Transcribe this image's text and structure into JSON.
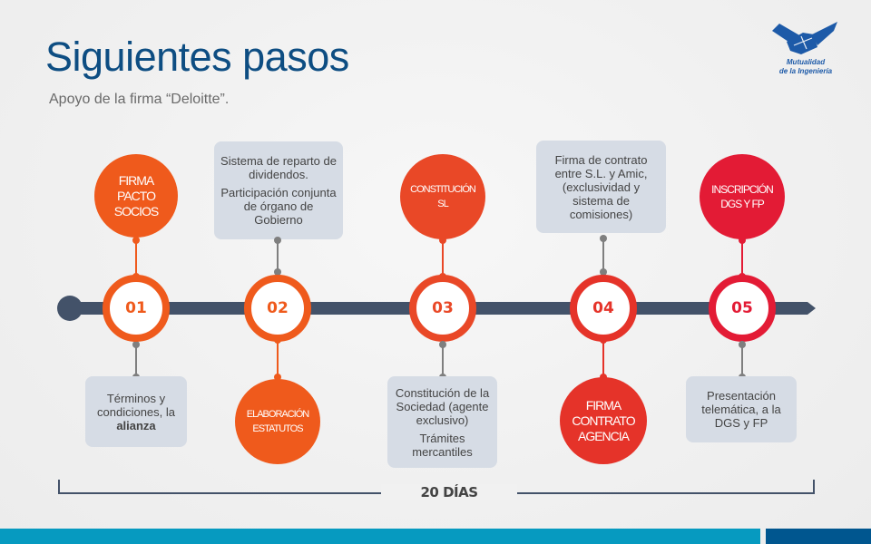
{
  "header": {
    "title": "Siguientes pasos",
    "subtitle": "Apoyo de la firma “Deloitte”."
  },
  "logo": {
    "line1": "Mutualidad",
    "line2": "de la Ingeniería",
    "color": "#1d5aa8"
  },
  "colors": {
    "timeline": "#435269",
    "step1": "#ef5a1c",
    "step2": "#ef5a1c",
    "step3": "#e94827",
    "step4": "#e53329",
    "step5": "#e31b35",
    "box": "#d6dce5",
    "connector_gray": "#7f7f7f",
    "footer_main": "#069ac0",
    "footer_side": "#00568f"
  },
  "steps": [
    {
      "number": "01",
      "bubble": {
        "position": "top",
        "lines": [
          "FIRMA",
          "PACTO",
          "SOCIOS"
        ]
      },
      "box": {
        "position": "bottom",
        "paragraphs": [
          {
            "text": "Términos y condiciones, la ",
            "bold": "alianza"
          }
        ]
      }
    },
    {
      "number": "02",
      "box": {
        "position": "top",
        "paragraphs": [
          {
            "text": "Sistema de reparto de dividendos."
          },
          {
            "text": "Participación conjunta de órgano de Gobierno"
          }
        ]
      },
      "bubble": {
        "position": "bottom",
        "lines": [
          "ELABORACIÓN",
          "ESTATUTOS"
        ]
      }
    },
    {
      "number": "03",
      "bubble": {
        "position": "top",
        "lines": [
          "CONSTITUCIÓN",
          "SL"
        ]
      },
      "box": {
        "position": "bottom",
        "paragraphs": [
          {
            "text": "Constitución de la Sociedad (agente exclusivo)"
          },
          {
            "text": "Trámites mercantiles"
          }
        ]
      }
    },
    {
      "number": "04",
      "box": {
        "position": "top",
        "paragraphs": [
          {
            "text": "Firma de contrato entre S.L. y Amic, (exclusividad y sistema de comisiones)"
          }
        ]
      },
      "bubble": {
        "position": "bottom",
        "lines": [
          "FIRMA",
          "CONTRATO",
          "AGENCIA"
        ]
      }
    },
    {
      "number": "05",
      "bubble": {
        "position": "top",
        "lines": [
          "INSCRIPCIÓN",
          "DGS Y FP"
        ]
      },
      "box": {
        "position": "bottom",
        "paragraphs": [
          {
            "text": "Presentación telemática, a la DGS y FP"
          }
        ]
      }
    }
  ],
  "duration": {
    "label": "20 DÍAS"
  }
}
